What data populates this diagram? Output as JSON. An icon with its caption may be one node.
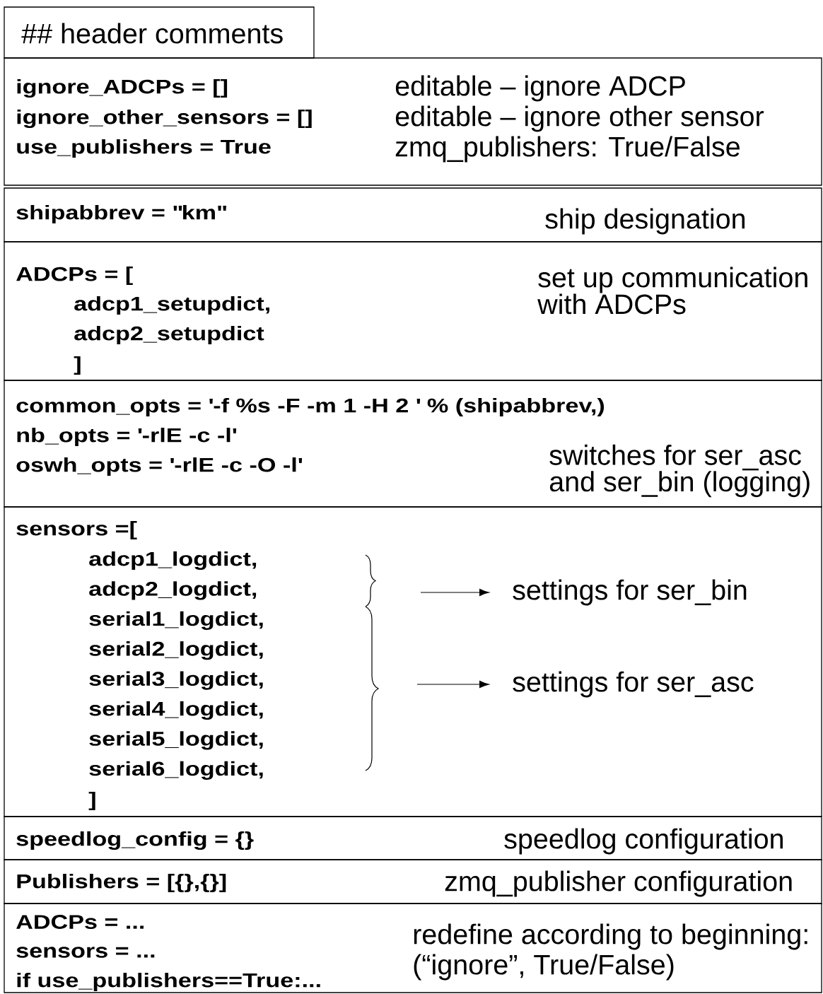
{
  "diagram": {
    "nodes": [
      {
        "text": [
          "## header comments"
        ]
      },
      {
        "text": [
          "ignore_ADCPs = []",
          "ignore_other_sensors = []",
          "use_publishers = True",
          "editable – ignore ADCP",
          "editable – ignore other sensor",
          "zmq_publishers: True/False"
        ]
      },
      {
        "text": [
          "shipabbrev = \"km\"",
          "ship designation"
        ]
      },
      {
        "text": [
          "ADCPs = [",
          "adcp1_setupdict,",
          "adcp2_setupdict",
          "]",
          "set up communication with ADCPs"
        ]
      },
      {
        "text": [
          "common_opts = '-f %s -F -m 1 -H 2 ' % (shipabbrev,)",
          "nb_opts =   '-rlE -c -l'",
          "oswh_opts = '-rlE -c -O -l'",
          "switches for ser_asc and ser_bin (logging)"
        ]
      },
      {
        "text": [
          "sensors =[",
          "adcp1_logdict,",
          "adcp2_logdict,",
          "serial1_logdict,",
          "serial2_logdict,",
          "serial3_logdict,",
          "serial4_logdict,",
          "serial5_logdict,",
          "serial6_logdict,",
          "]"
        ]
      },
      {
        "text": [
          "settings for ser_bin"
        ],
        "in": 5
      },
      {
        "text": [
          "settings for ser_asc"
        ],
        "in": 5
      },
      {
        "text": [
          "speedlog_config = {}",
          "speedlog configuration"
        ]
      },
      {
        "text": [
          "Publishers = [{},{}]",
          "zmq_publisher configuration"
        ]
      },
      {
        "text": [
          "ADCPs = ...",
          "sensors = ...",
          "if use_publishers==True:...",
          "redefine according to beginning:",
          "(“ignore”, True/False)"
        ]
      }
    ],
    "edges": [
      {
        "from": null,
        "to": 6,
        "arrow": "to"
      },
      {
        "from": null,
        "to": 7,
        "arrow": "to"
      }
    ]
  }
}
